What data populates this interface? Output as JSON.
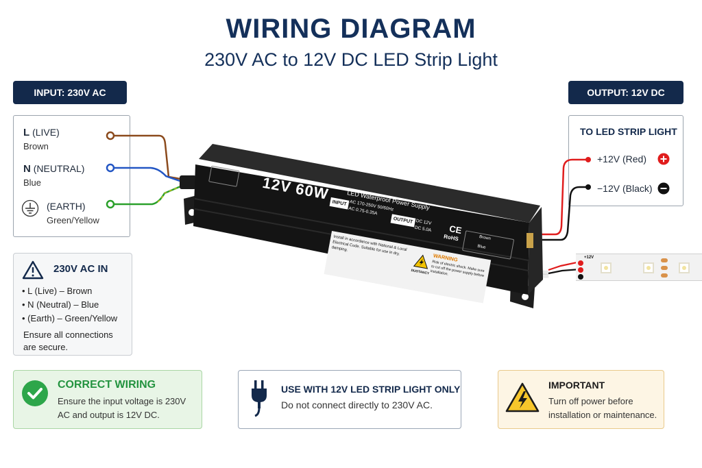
{
  "title": "WIRING DIAGRAM",
  "subtitle": "230V AC to 12V DC LED Strip Light",
  "input": {
    "tag": "INPUT: 230V AC",
    "live": {
      "code": "L",
      "name": "(LIVE)",
      "color": "Brown"
    },
    "neutral": {
      "code": "N",
      "name": "(NEUTRAL)",
      "color": "Blue"
    },
    "earth": {
      "name": "(EARTH)",
      "color": "Green/Yellow"
    }
  },
  "output": {
    "tag": "OUTPUT: 12V DC",
    "heading": "TO LED STRIP LIGHT",
    "pos": "+12V (Red)",
    "neg": "−12V (Black)"
  },
  "psu": {
    "rating": "12V 60W",
    "name": "LED Waterproof Power Supply",
    "input_label": "INPUT",
    "input_spec1": "AC 170-250V 50/60Hz",
    "input_spec2": "AC 0.75-0.35A",
    "output_label": "OUTPUT",
    "output_spec1": "DC 12V",
    "output_spec2": "DC 5.0A",
    "ce": "CE",
    "rohs": "RoHS",
    "term_brown": "Brown",
    "term_blue": "Blue",
    "notice": "Install in accordance with National & Local Electrical Code. Suitable for use in dry, damping.",
    "warn_title": "WARNING",
    "warn_text": "Risk of electric shock. Make sure to cut off the power supply before installation.",
    "warn_brand": "DUOTANCY"
  },
  "strip": {
    "plus": "+12V"
  },
  "ac_info": {
    "heading": "230V AC IN",
    "items": [
      "L (Live) – Brown",
      "N (Neutral) – Blue",
      "(Earth) – Green/Yellow"
    ],
    "note": "Ensure all connections are secure."
  },
  "correct": {
    "heading": "CORRECT WIRING",
    "text": "Ensure the input voltage is 230V AC and output is 12V DC."
  },
  "use": {
    "heading": "USE WITH 12V LED STRIP LIGHT ONLY",
    "text": "Do not connect directly to 230V AC."
  },
  "important": {
    "heading": "IMPORTANT",
    "text": "Turn off power before installation or maintenance."
  },
  "colors": {
    "brown": "#8b4a1c",
    "blue": "#2356c4",
    "green": "#2aa02a",
    "red": "#e01d1d",
    "navy": "#13294b"
  }
}
